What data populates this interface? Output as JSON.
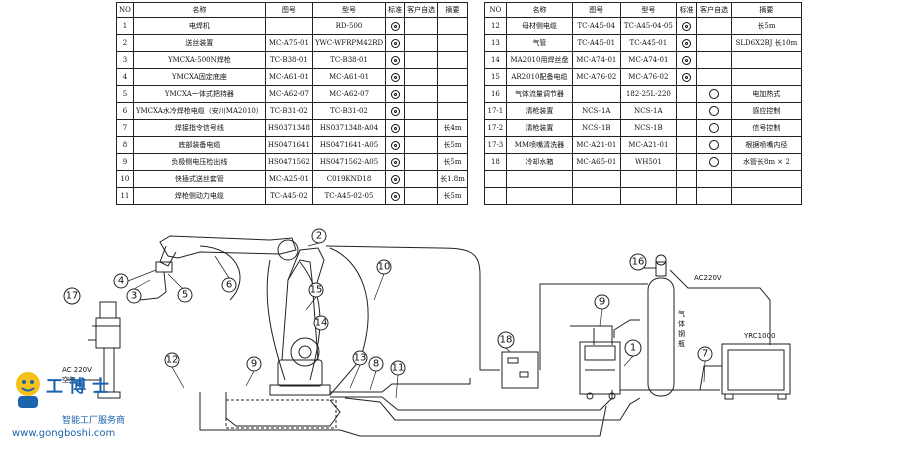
{
  "table_left": {
    "headers": [
      "NO",
      "名称",
      "图号",
      "型号",
      "标准",
      "客户自选",
      "摘要"
    ],
    "rows": [
      {
        "no": "1",
        "name": "电焊机",
        "drawing": "",
        "model": "RD-500",
        "std": "dbl",
        "opt": "",
        "note": ""
      },
      {
        "no": "2",
        "name": "送丝装置",
        "drawing": "MC-A75-01",
        "model": "YWC-WFRPM42RD",
        "std": "dbl",
        "opt": "",
        "note": ""
      },
      {
        "no": "3",
        "name": "YMCXA-500N焊枪",
        "drawing": "TC-B38-01",
        "model": "TC-B38-01",
        "std": "dbl",
        "opt": "",
        "note": ""
      },
      {
        "no": "4",
        "name": "YMCXA固定底座",
        "drawing": "MC-A61-01",
        "model": "MC-A61-01",
        "std": "dbl",
        "opt": "",
        "note": ""
      },
      {
        "no": "5",
        "name": "YMCXA一体式把持器",
        "drawing": "MC-A62-07",
        "model": "MC-A62-07",
        "std": "dbl",
        "opt": "",
        "note": ""
      },
      {
        "no": "6",
        "name": "YMCXA水冷焊枪电缆（安川MA2010）",
        "drawing": "TC-B31-02",
        "model": "TC-B31-02",
        "std": "dbl",
        "opt": "",
        "note": ""
      },
      {
        "no": "7",
        "name": "焊接指令信号线",
        "drawing": "HS0371348",
        "model": "HS0371348-A04",
        "std": "dbl",
        "opt": "",
        "note": "长4m"
      },
      {
        "no": "8",
        "name": "底部装备电缆",
        "drawing": "HS0471641",
        "model": "HS0471641-A05",
        "std": "dbl",
        "opt": "",
        "note": "长5m"
      },
      {
        "no": "9",
        "name": "负极侧电压检出线",
        "drawing": "HS0471562",
        "model": "HS0471562-A05",
        "std": "dbl",
        "opt": "",
        "note": "长5m"
      },
      {
        "no": "10",
        "name": "快插式送丝套管",
        "drawing": "MC-A25-01",
        "model": "C019KND18",
        "std": "dbl",
        "opt": "",
        "note": "长1.8m"
      },
      {
        "no": "11",
        "name": "焊枪侧动力电缆",
        "drawing": "TC-A45-02",
        "model": "TC-A45-02-05",
        "std": "dbl",
        "opt": "",
        "note": "长5m"
      }
    ]
  },
  "table_right": {
    "headers": [
      "NO",
      "名称",
      "图号",
      "型号",
      "标准",
      "客户自选",
      "摘要"
    ],
    "rows": [
      {
        "no": "12",
        "name": "母材侧电缆",
        "drawing": "TC-A45-04",
        "model": "TC-A45-04-05",
        "std": "dbl",
        "opt": "",
        "note": "长5m"
      },
      {
        "no": "13",
        "name": "气管",
        "drawing": "TC-A45-01",
        "model": "TC-A45-01",
        "std": "dbl",
        "opt": "",
        "note": "SLD6X2BJ 长10m"
      },
      {
        "no": "14",
        "name": "MA2010用焊丝盘",
        "drawing": "MC-A74-01",
        "model": "MC-A74-01",
        "std": "dbl",
        "opt": "",
        "note": ""
      },
      {
        "no": "15",
        "name": "AR2010配备电缆",
        "drawing": "MC-A76-02",
        "model": "MC-A76-02",
        "std": "dbl",
        "opt": "",
        "note": ""
      },
      {
        "no": "16",
        "name": "气体流量调节器",
        "drawing": "",
        "model": "182-25L-220",
        "std": "",
        "opt": "single",
        "note": "电加热式"
      },
      {
        "no": "17-1",
        "name": "清枪装置",
        "drawing": "NCS-1A",
        "model": "NCS-1A",
        "std": "",
        "opt": "single",
        "note": "感应控制"
      },
      {
        "no": "17-2",
        "name": "清枪装置",
        "drawing": "NCS-1B",
        "model": "NCS-1B",
        "std": "",
        "opt": "single",
        "note": "信号控制"
      },
      {
        "no": "17-3",
        "name": "MM喷嘴清洗器",
        "drawing": "MC-A21-01",
        "model": "MC-A21-01",
        "std": "",
        "opt": "single",
        "note": "根据喷嘴内径"
      },
      {
        "no": "18",
        "name": "冷却水箱",
        "drawing": "MC-A65-01",
        "model": "WH501",
        "std": "",
        "opt": "single",
        "note": "水管长8m × 2"
      },
      {
        "no": "",
        "name": "",
        "drawing": "",
        "model": "",
        "std": "",
        "opt": "",
        "note": ""
      },
      {
        "no": "",
        "name": "",
        "drawing": "",
        "model": "",
        "std": "",
        "opt": "",
        "note": ""
      }
    ]
  },
  "diagram": {
    "ac_left": "AC 220V",
    "air": "空气",
    "ac_right": "AC220V",
    "gas_label": "气体钢瓶",
    "welder_model": "YRC1000",
    "callouts": [
      "2",
      "3",
      "4",
      "5",
      "6",
      "7",
      "8",
      "9",
      "9",
      "10",
      "11",
      "12",
      "13",
      "14",
      "15",
      "16",
      "17",
      "18",
      "1"
    ]
  },
  "branding": {
    "logo_text": "工博士",
    "tagline": "智能工厂服务商",
    "url": "www.gongboshi.com"
  }
}
